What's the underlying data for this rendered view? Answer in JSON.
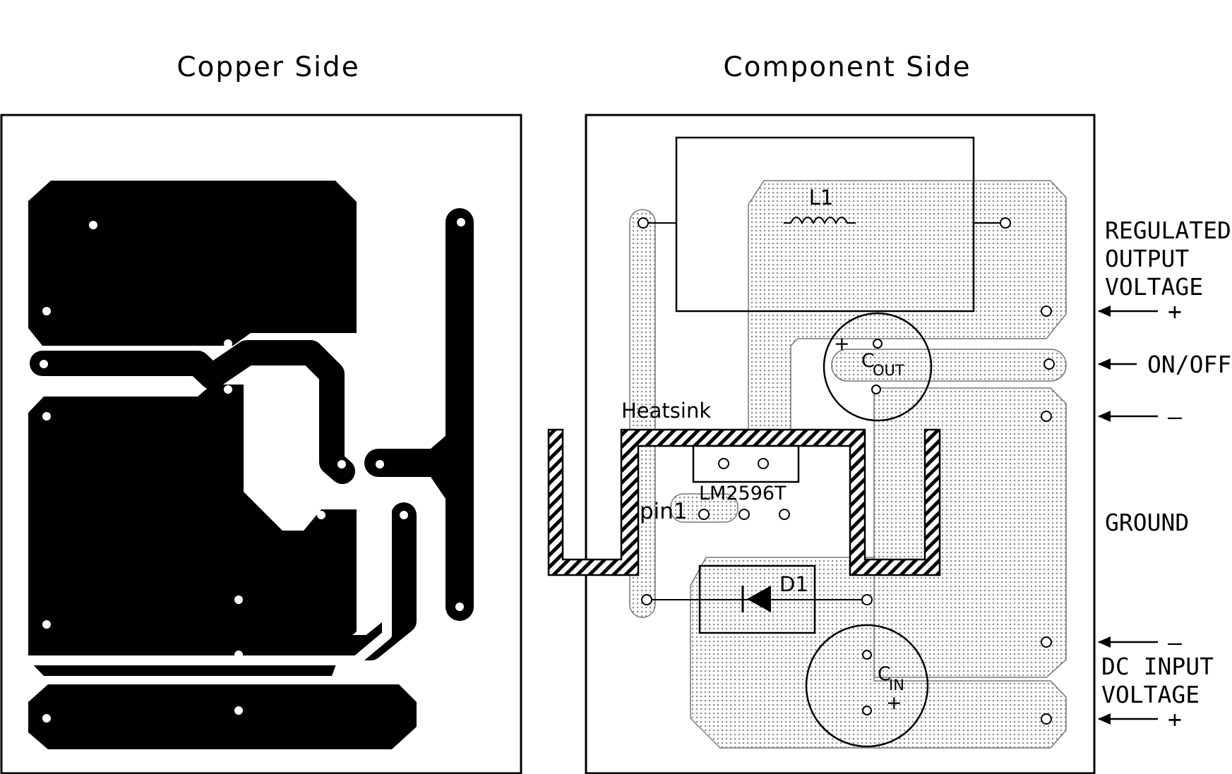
{
  "titles": {
    "copper": "Copper Side",
    "component": "Component Side"
  },
  "components": {
    "inductor_label": "L1",
    "inductor_symbol": "000",
    "cout": {
      "main": "C",
      "sub": "OUT",
      "pol": "+"
    },
    "cin": {
      "main": "C",
      "sub": "IN",
      "pol": "+"
    },
    "heatsink": "Heatsink",
    "ic": "LM2596T",
    "pin1": "pin1",
    "diode": "D1"
  },
  "edge_labels": {
    "regulated": [
      "REGULATED",
      "OUTPUT",
      "VOLTAGE"
    ],
    "out_plus": "+",
    "onoff": "ON/OFF",
    "out_minus": "–",
    "ground": "GROUND",
    "in_minus": "–",
    "dc_input": [
      "DC INPUT",
      "VOLTAGE"
    ],
    "in_plus": "+"
  },
  "colors": {
    "ink": "#000000",
    "paper": "#ffffff",
    "copper_fill": "#000000",
    "trace_dots": "#9a9a9a"
  }
}
